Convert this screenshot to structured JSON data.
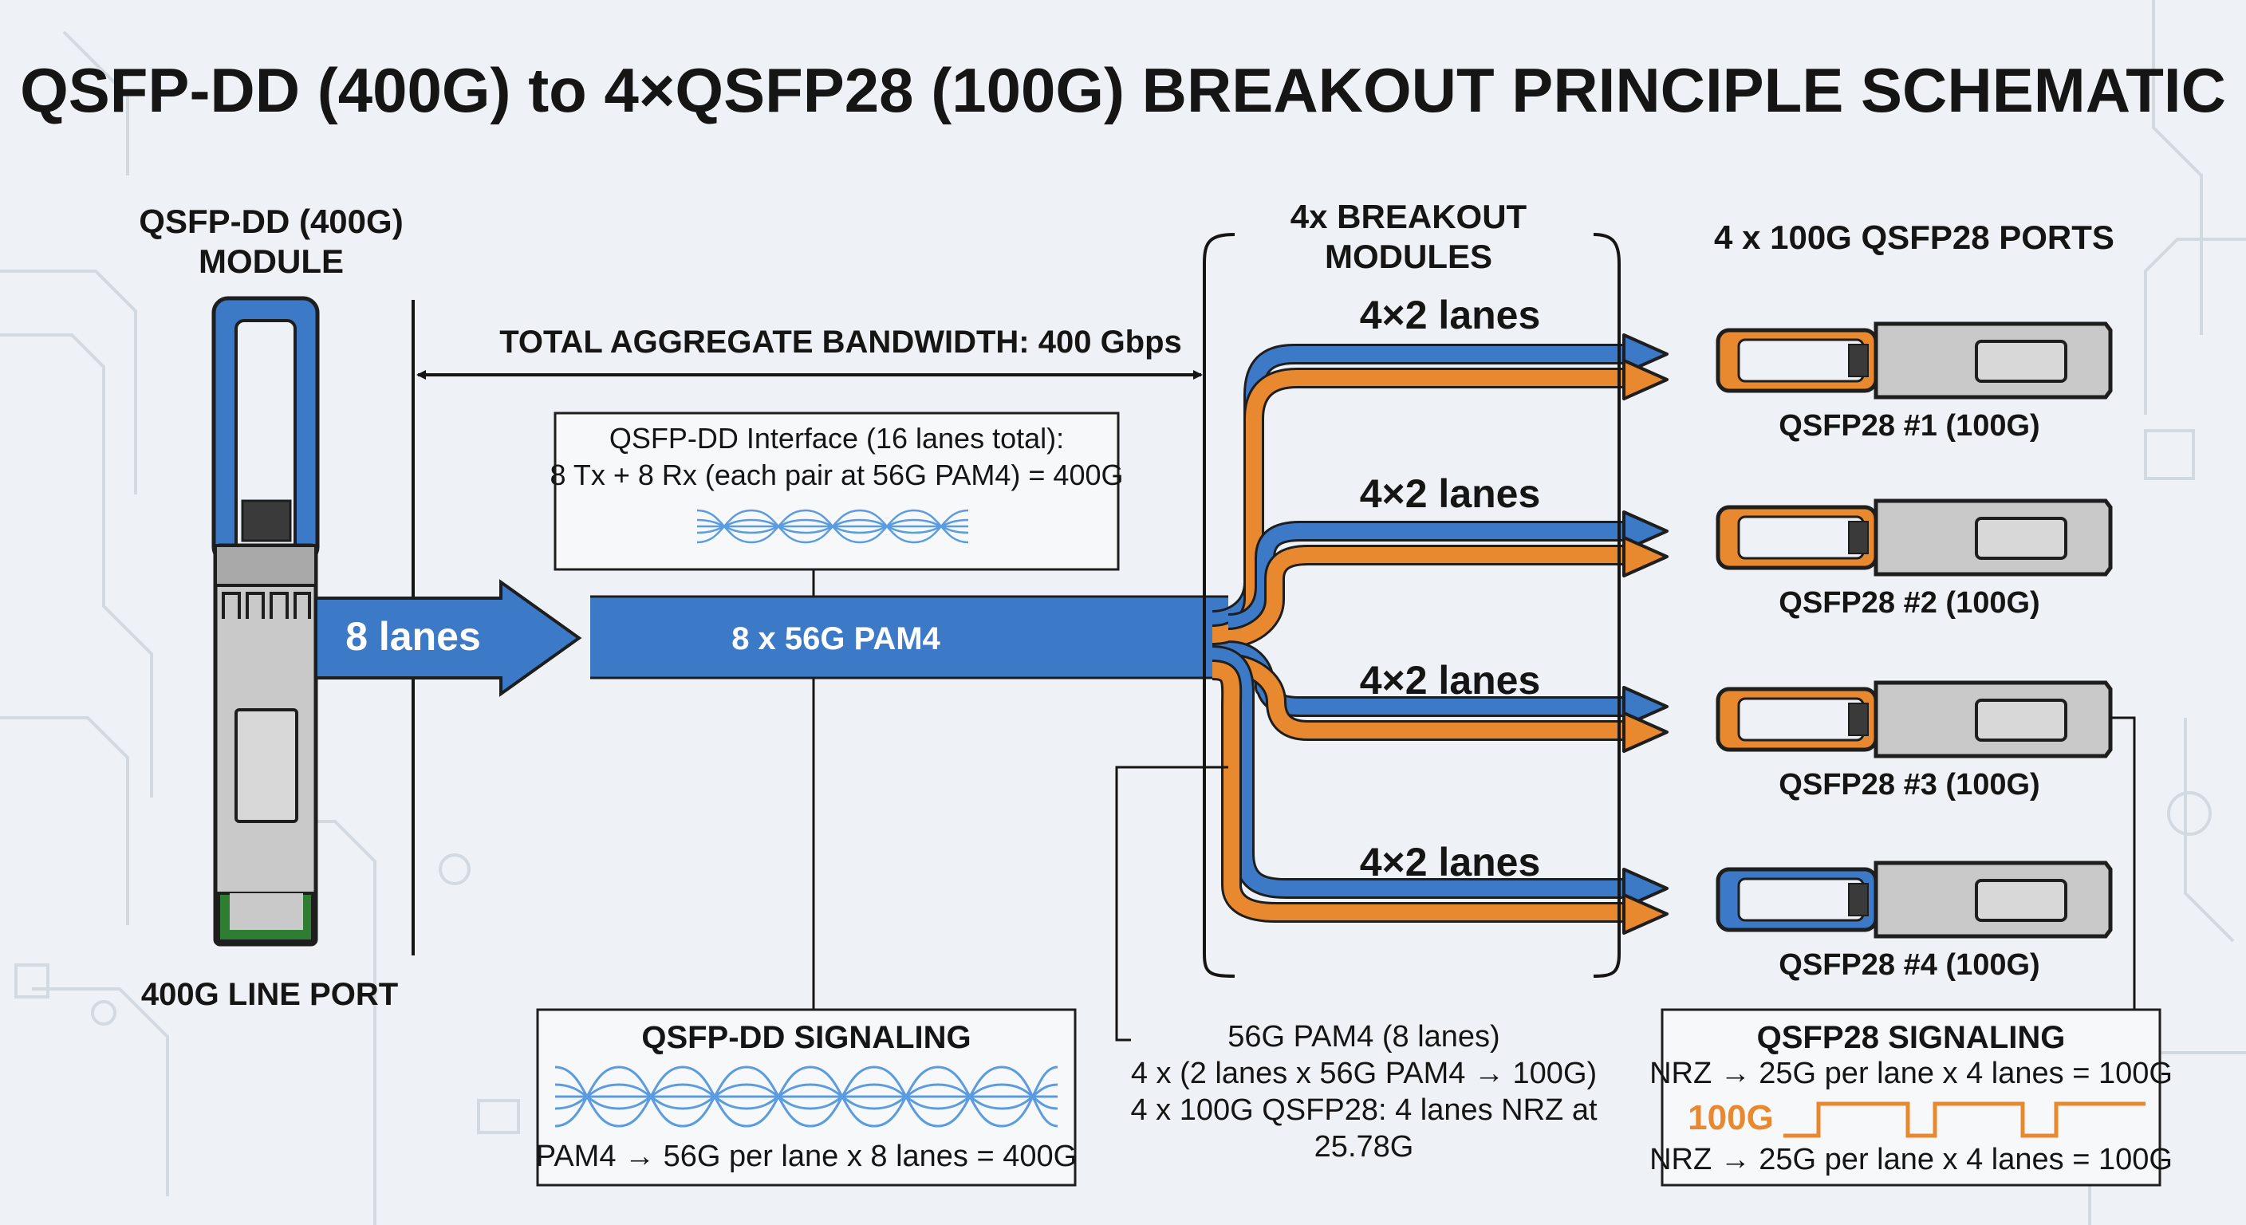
{
  "title": "QSFP-DD (400G) to 4×QSFP28 (100G) BREAKOUT PRINCIPLE SCHEMATIC",
  "module": {
    "heading_line1": "QSFP-DD (400G)",
    "heading_line2": "MODULE",
    "port_label": "400G LINE PORT"
  },
  "bandwidth_label": "TOTAL AGGREGATE BANDWIDTH: 400 Gbps",
  "interface_box": {
    "line1": "QSFP-DD Interface (16 lanes total):",
    "line2": "8 Tx + 8 Rx (each pair at 56G PAM4) = 400G"
  },
  "trunk": {
    "lanes_label": "8 lanes",
    "signal_label": "8 x 56G PAM4"
  },
  "breakout": {
    "heading_line1": "4x BREAKOUT",
    "heading_line2": "MODULES",
    "branch_labels": [
      "4×2 lanes",
      "4×2 lanes",
      "4×2 lanes",
      "4×2 lanes"
    ]
  },
  "ports": {
    "heading": "4 x 100G QSFP28 PORTS",
    "items": [
      {
        "label": "QSFP28 #1 (100G)",
        "handle_color": "#e8892f"
      },
      {
        "label": "QSFP28 #2 (100G)",
        "handle_color": "#e8892f"
      },
      {
        "label": "QSFP28 #3 (100G)",
        "handle_color": "#e8892f"
      },
      {
        "label": "QSFP28 #4 (100G)",
        "handle_color": "#3c7ac8"
      }
    ]
  },
  "dd_signaling": {
    "heading": "QSFP-DD SIGNALING",
    "formula": "PAM4 → 56G per lane x 8 lanes = 400G"
  },
  "middle_note": {
    "line1": "56G PAM4 (8 lanes)",
    "line2": "4 x (2 lanes x 56G PAM4 → 100G)",
    "line3": "4 x 100G QSFP28: 4 lanes NRZ at",
    "line4": "25.78G"
  },
  "qsfp28_signaling": {
    "heading": "QSFP28 SIGNALING",
    "line1": "NRZ → 25G per lane x 4 lanes = 100G",
    "rate_label": "100G",
    "line2": "NRZ → 25G per lane x 4 lanes = 100G"
  },
  "colors": {
    "blue": "#3c7ac8",
    "orange": "#e8892f",
    "background": "#eef1f5",
    "text": "#151515"
  }
}
